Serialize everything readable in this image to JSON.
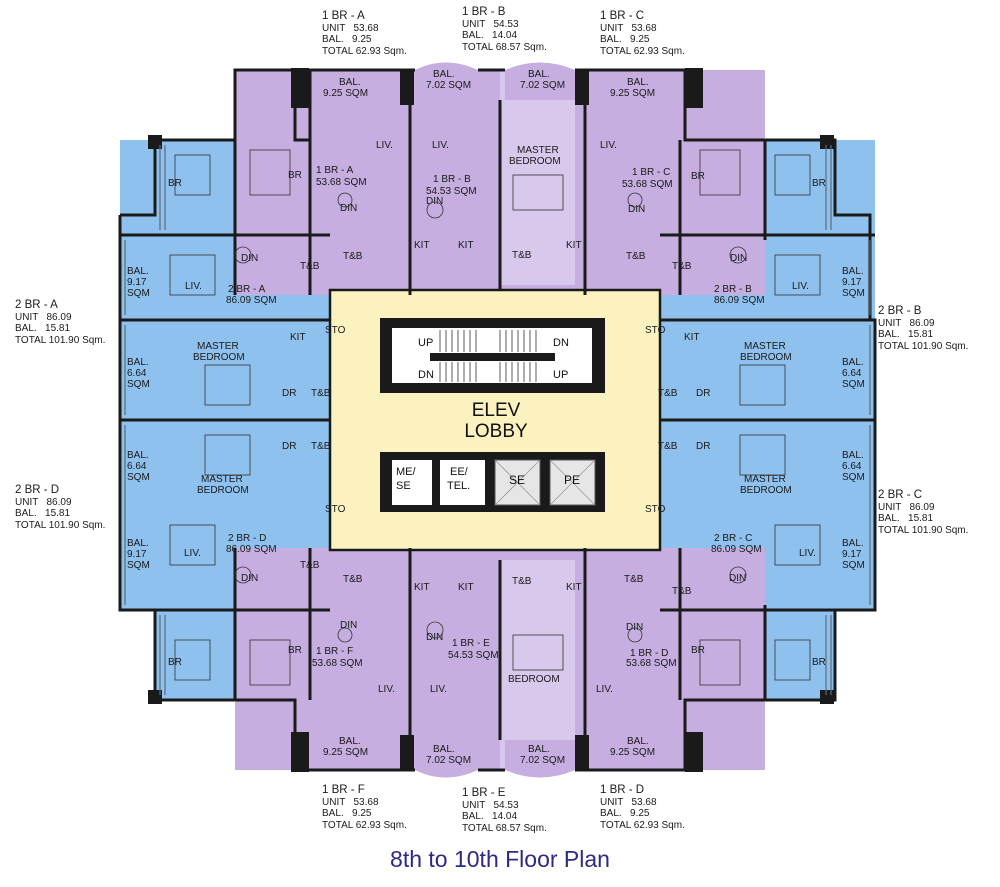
{
  "title": "8th to 10th Floor Plan",
  "colors": {
    "one_br": "#c6aee0",
    "two_br": "#8fc1ee",
    "core": "#fbf2c0",
    "wall": "#1a1a1a",
    "text_title": "#2d2a86"
  },
  "summaries": {
    "br1a": {
      "name": "1 BR - A",
      "l1": "UNIT   53.68",
      "l2": "BAL.   9.25",
      "l3": "TOTAL 62.93 Sqm."
    },
    "br1b": {
      "name": "1 BR - B",
      "l1": "UNIT   54.53",
      "l2": "BAL.   14.04",
      "l3": "TOTAL 68.57 Sqm."
    },
    "br1c": {
      "name": "1 BR - C",
      "l1": "UNIT   53.68",
      "l2": "BAL.   9.25",
      "l3": "TOTAL 62.93 Sqm."
    },
    "br2a": {
      "name": "2 BR - A",
      "l1": "UNIT   86.09",
      "l2": "BAL.   15.81",
      "l3": "TOTAL 101.90 Sqm."
    },
    "br2b": {
      "name": "2 BR - B",
      "l1": "UNIT   86.09",
      "l2": "BAL.   15.81",
      "l3": "TOTAL 101.90 Sqm."
    },
    "br2d": {
      "name": "2 BR - D",
      "l1": "UNIT   86.09",
      "l2": "BAL.   15.81",
      "l3": "TOTAL 101.90 Sqm."
    },
    "br2c": {
      "name": "2 BR - C",
      "l1": "UNIT   86.09",
      "l2": "BAL.   15.81",
      "l3": "TOTAL 101.90 Sqm."
    },
    "br1f": {
      "name": "1 BR - F",
      "l1": "UNIT   53.68",
      "l2": "BAL.   9.25",
      "l3": "TOTAL 62.93 Sqm."
    },
    "br1e": {
      "name": "1 BR - E",
      "l1": "UNIT   54.53",
      "l2": "BAL.   14.04",
      "l3": "TOTAL 68.57 Sqm."
    },
    "br1d": {
      "name": "1 BR - D",
      "l1": "UNIT   53.68",
      "l2": "BAL.   9.25",
      "l3": "TOTAL 62.93 Sqm."
    }
  },
  "units": {
    "u1a": "1 BR - A",
    "u1a_area": "53.68 SQM",
    "u1b": "1 BR - B",
    "u1b_area": "54.53 SQM",
    "u1c": "1 BR - C",
    "u1c_area": "53.68 SQM",
    "u1d": "1 BR - D",
    "u1d_area": "53.68 SQM",
    "u1e": "1 BR - E",
    "u1e_area": "54.53 SQM",
    "u1f": "1 BR - F",
    "u1f_area": "53.68 SQM",
    "u2a": "2 BR - A",
    "u2a_area": "86.09 SQM",
    "u2b": "2 BR - B",
    "u2b_area": "86.09 SQM",
    "u2c": "2 BR - C",
    "u2c_area": "86.09 SQM",
    "u2d": "2 BR - D",
    "u2d_area": "86.09 SQM"
  },
  "rooms": {
    "bal": "BAL.",
    "bal_925": "9.25 SQM",
    "bal_702": "7.02 SQM",
    "bal_917": "9.17",
    "bal_664": "6.64",
    "sqm": "SQM",
    "liv": "LIV.",
    "din": "DIN",
    "kit": "KIT",
    "tb": "T&B",
    "br": "BR",
    "dr": "DR",
    "sto": "STO",
    "master": "MASTER",
    "bedroom": "BEDROOM",
    "bedroom_title": "BEDROOM"
  },
  "core": {
    "elev": "ELEV",
    "lobby": "LOBBY",
    "up": "UP",
    "dn": "DN",
    "me": "ME/",
    "se_l": "SE",
    "ee": "EE/",
    "tel": "TEL.",
    "se": "SE",
    "pe": "PE"
  }
}
